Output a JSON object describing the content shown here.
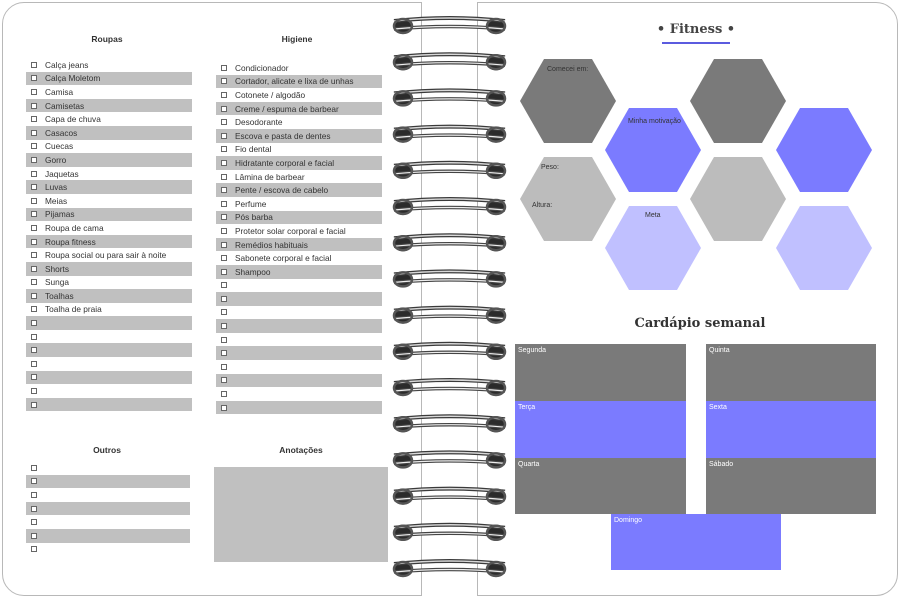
{
  "roupas": {
    "title": "Roupas",
    "items": [
      "Calça jeans",
      "Calça Moletom",
      "Camisa",
      "Camisetas",
      "Capa de chuva",
      "Casacos",
      "Cuecas",
      "Gorro",
      "Jaquetas",
      "Luvas",
      "Meias",
      "Pijamas",
      "Roupa de cama",
      "Roupa fitness",
      "Roupa social ou para sair à noite",
      "Shorts",
      "Sunga",
      "Toalhas",
      "Toalha de praia",
      "",
      "",
      "",
      "",
      "",
      "",
      ""
    ]
  },
  "higiene": {
    "title": "Higiene",
    "items": [
      "Condicionador",
      "Cortador, alicate e lixa de unhas",
      "Cotonete / algodão",
      "Creme / espuma de barbear",
      "Desodorante",
      "Escova e pasta de dentes",
      "Fio dental",
      "Hidratante corporal e facial",
      "Lâmina de barbear",
      "Pente / escova de cabelo",
      "Perfume",
      "Pós barba",
      "Protetor solar corporal e facial",
      "Remédios habituais",
      "Sabonete corporal e facial",
      "Shampoo",
      "",
      "",
      "",
      "",
      "",
      "",
      "",
      "",
      "",
      ""
    ]
  },
  "outros": {
    "title": "Outros",
    "items": [
      "",
      "",
      "",
      "",
      "",
      "",
      ""
    ]
  },
  "anotacoes": {
    "title": "Anotações"
  },
  "fitness": {
    "title": "• Fitness •",
    "labels": {
      "comecei": "Comecei em:",
      "motivacao": "Minha motivação",
      "peso": "Peso:",
      "altura": "Altura:",
      "meta": "Meta"
    },
    "colors": {
      "dark_gray": "#7a7a7a",
      "light_gray": "#bcbcbc",
      "blue": "#7b7bff",
      "light_blue": "#c0c0ff"
    }
  },
  "cardapio": {
    "title": "Cardápio semanal",
    "days": {
      "segunda": "Segunda",
      "terca": "Terça",
      "quarta": "Quarta",
      "quinta": "Quinta",
      "sexta": "Sexta",
      "sabado": "Sábado",
      "domingo": "Domingo"
    }
  }
}
